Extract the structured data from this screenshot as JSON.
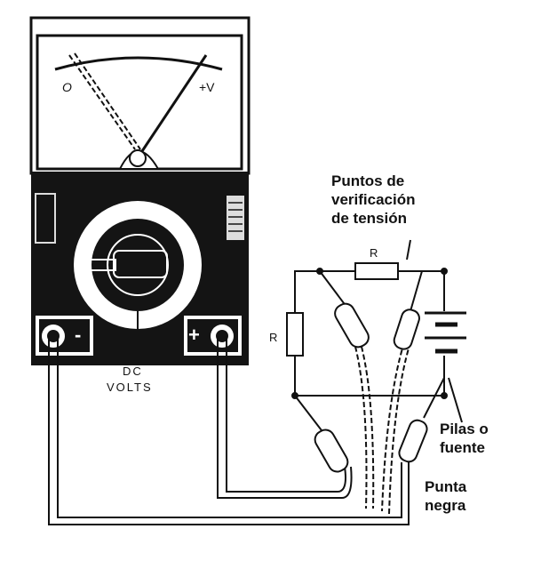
{
  "meter": {
    "scale_zero": "O",
    "scale_plus": "+V",
    "jack_negative": "-",
    "jack_positive": "+",
    "range_line1": "DC",
    "range_line2": "VOLTS"
  },
  "circuit": {
    "resistor_top": "R",
    "resistor_left": "R"
  },
  "labels": {
    "test_points": [
      "Puntos de",
      "verificación",
      "de tensión"
    ],
    "battery": [
      "Pilas o",
      "fuente"
    ],
    "black_probe": [
      "Punta",
      "negra"
    ]
  },
  "colors": {
    "ink": "#111111",
    "paper": "#ffffff"
  }
}
